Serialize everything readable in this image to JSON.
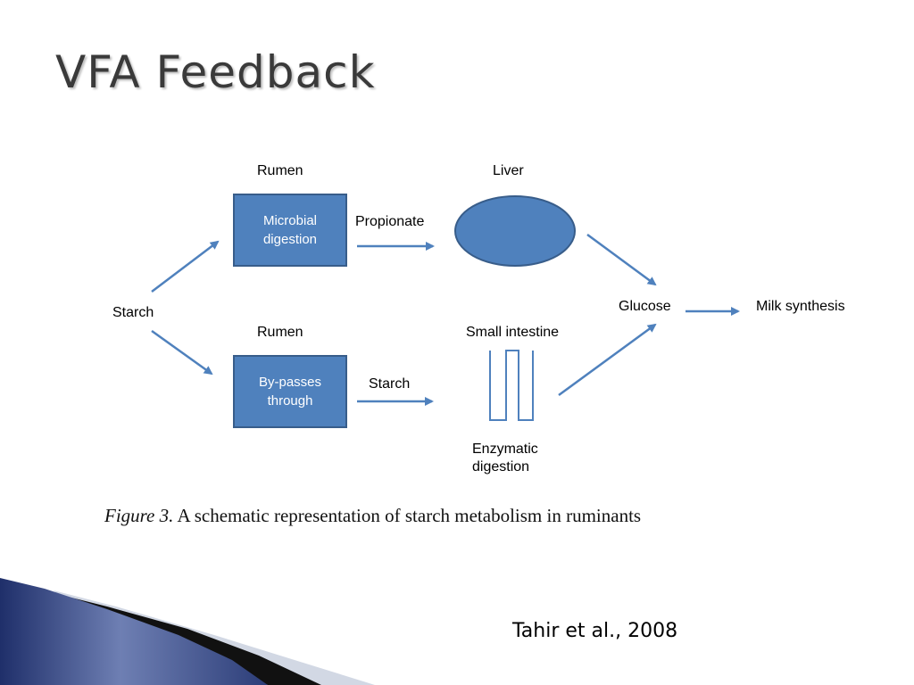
{
  "slide": {
    "title": "VFA Feedback",
    "citation": "Tahir et al., 2008"
  },
  "diagram": {
    "top_region_label": "Rumen",
    "bottom_region_label": "Rumen",
    "liver_label": "Liver",
    "small_intestine_label": "Small intestine",
    "starch_source_label": "Starch",
    "microbial_box": "Microbial digestion",
    "bypass_box": "By-passes through",
    "propionate_label": "Propionate",
    "starch_flow_label": "Starch",
    "glucose_label": "Glucose",
    "milk_label": "Milk synthesis",
    "enzymatic_line1": "Enzymatic",
    "enzymatic_line2": "digestion",
    "colors": {
      "box_fill": "#4f81bd",
      "box_border": "#385d8a",
      "arrow": "#4f81bd"
    }
  },
  "figure_caption": {
    "prefix": "Figure 3.",
    "text": "A schematic representation of starch metabolism in ruminants"
  }
}
